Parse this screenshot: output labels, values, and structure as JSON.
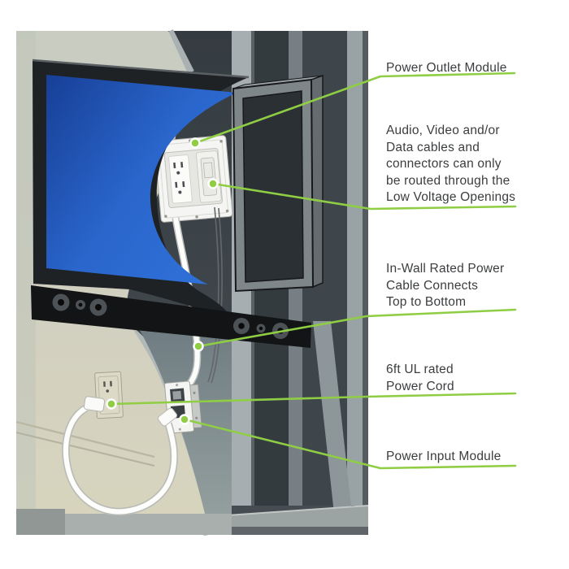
{
  "title_context": "TV in-wall power relocation kit installation diagram",
  "colors": {
    "accent_green": "#8fce44",
    "label_text": "#3b3d3f",
    "tv_frame": "#1f2225",
    "screen_blue_dark": "#173f96",
    "screen_blue_bright": "#2f70d8",
    "wall_upper_sage": "#c8ccc1",
    "wall_lower_beige": "#d8d5c0",
    "cutaway_dark": "#3f464b",
    "stud_light": "#a7aeb1",
    "module_white": "#f5f5f3"
  },
  "callouts": {
    "power_outlet_module": "Power Outlet Module",
    "low_voltage_openings": "Audio, Video and/or\nData cables and\nconnectors can only\nbe routed through the\nLow Voltage Openings",
    "in_wall_cable": "In-Wall Rated Power\nCable Connects\nTop to Bottom",
    "power_cord": "6ft UL rated\nPower Cord",
    "power_input_module": "Power Input Module"
  }
}
